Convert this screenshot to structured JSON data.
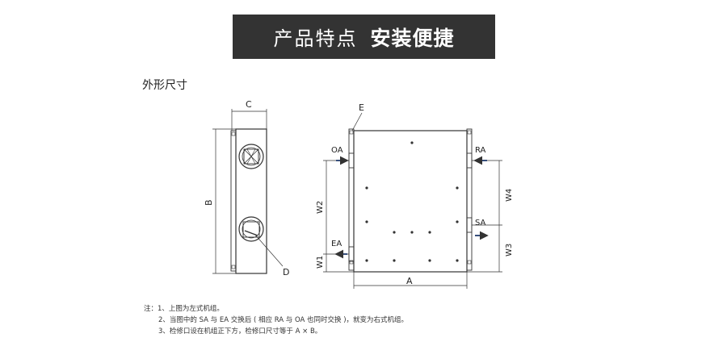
{
  "banner": {
    "title_light": "产品特点",
    "title_bold": "安装便捷"
  },
  "section_title": "外形尺寸",
  "side_view": {
    "label_c": "C",
    "label_b": "B",
    "label_d": "D"
  },
  "front_view": {
    "label_e": "E",
    "label_oa": "OA",
    "label_ra": "RA",
    "label_sa": "SA",
    "label_ea": "EA",
    "label_a": "A",
    "label_w1": "W1",
    "label_w2": "W2",
    "label_w3": "W3",
    "label_w4": "W4"
  },
  "notes": {
    "line1": "注：1、上图为左式机组。",
    "line2": "2、当图中的 SA 与 EA 交换后 ( 相应 RA 与 OA 也同时交换 )，就变为右式机组。",
    "line3": "3、检修口设在机组正下方，检修口尺寸等于 A × B。"
  }
}
